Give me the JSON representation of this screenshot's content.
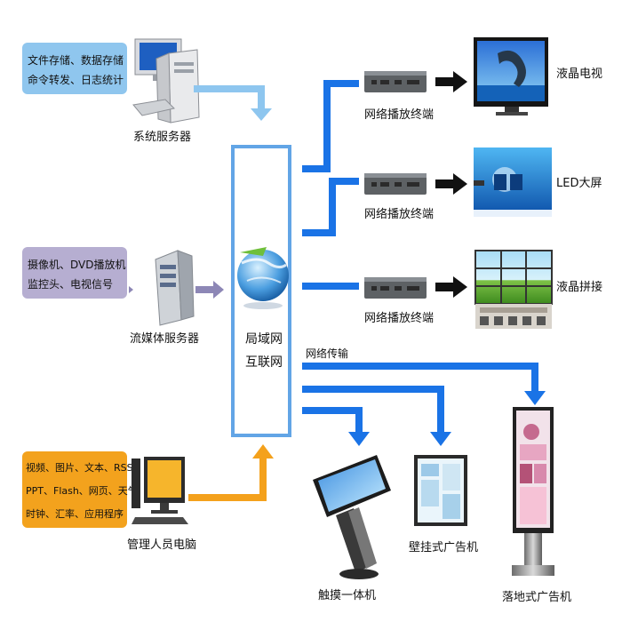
{
  "sources": {
    "system": {
      "lines": [
        "文件存储、数据存储",
        "命令转发、日志统计"
      ],
      "label": "系统服务器",
      "color": "#8fc6ee"
    },
    "media": {
      "lines": [
        "摄像机、DVD播放机",
        "监控头、电视信号"
      ],
      "label": "流媒体服务器",
      "color": "#b6aed1"
    },
    "admin": {
      "lines": [
        "视频、图片、文本、RSS",
        "PPT、Flash、网页、天气",
        "时钟、汇率、应用程序"
      ],
      "label": "管理人员电脑",
      "color": "#f3a21d"
    }
  },
  "hub": {
    "lines": [
      "局域网",
      "互联网"
    ]
  },
  "network_label": "网络传输",
  "players": [
    {
      "label": "网络播放终端",
      "target": "液晶电视"
    },
    {
      "label": "网络播放终端",
      "target": "LED大屏"
    },
    {
      "label": "网络播放终端",
      "target": "液晶拼接"
    }
  ],
  "terminals": [
    {
      "label": "触摸一体机"
    },
    {
      "label": "壁挂式广告机"
    },
    {
      "label": "落地式广告机"
    }
  ],
  "colors": {
    "arrow_blue": "#1a73e6",
    "arrow_light": "#8ec6ef",
    "arrow_orange": "#f4a11c",
    "arrow_purple": "#8d87b6",
    "hub_border": "#62a5e6"
  }
}
